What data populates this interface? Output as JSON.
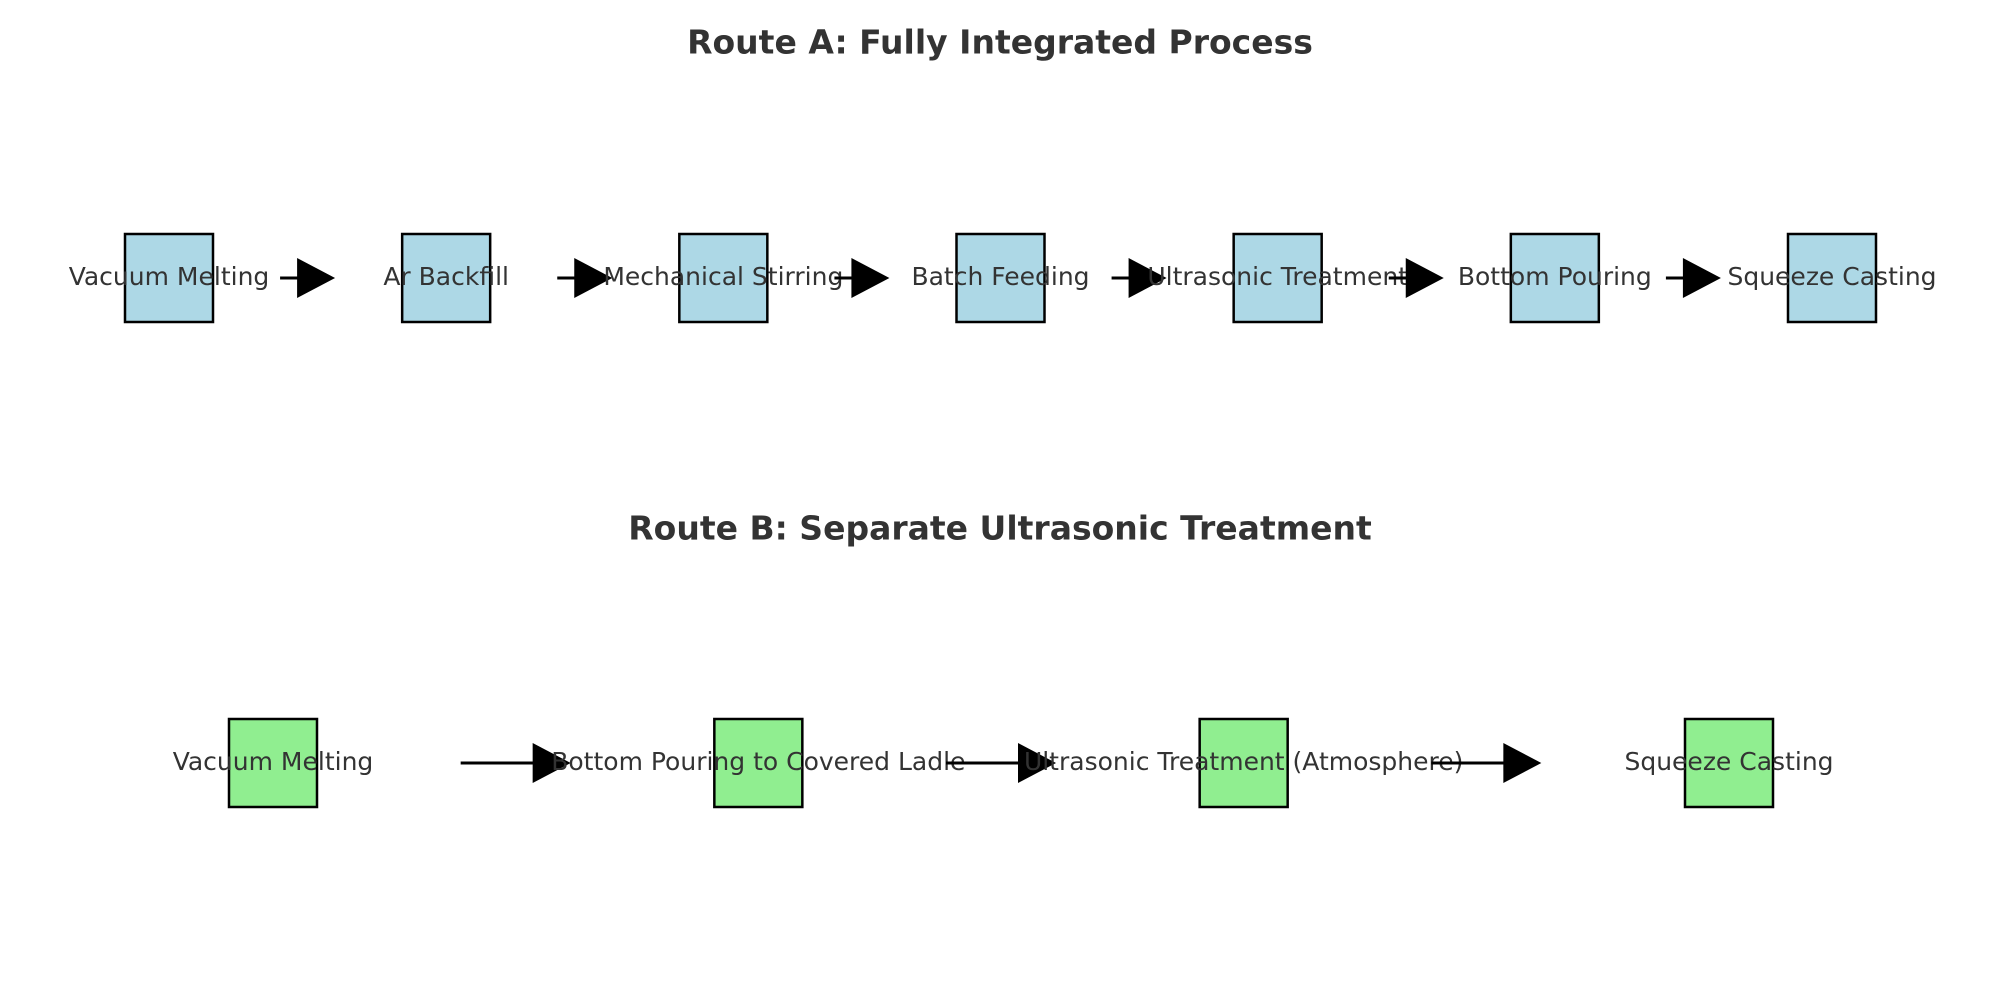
{
  "routes": [
    {
      "title": "Route A: Fully Integrated Process",
      "box_color": "#add8e6",
      "steps": [
        "Vacuum Melting",
        "Ar Backfill",
        "Mechanical Stirring",
        "Batch Feeding",
        "Ultrasonic Treatment",
        "Bottom Pouring",
        "Squeeze Casting"
      ]
    },
    {
      "title": "Route B: Separate Ultrasonic Treatment",
      "box_color": "#90ee90",
      "steps": [
        "Vacuum Melting",
        "Bottom Pouring to Covered Ladle",
        "Ultrasonic Treatment (Atmosphere)",
        "Squeeze Casting"
      ]
    }
  ],
  "arrow_color": "#000000",
  "text_color": "#333333"
}
